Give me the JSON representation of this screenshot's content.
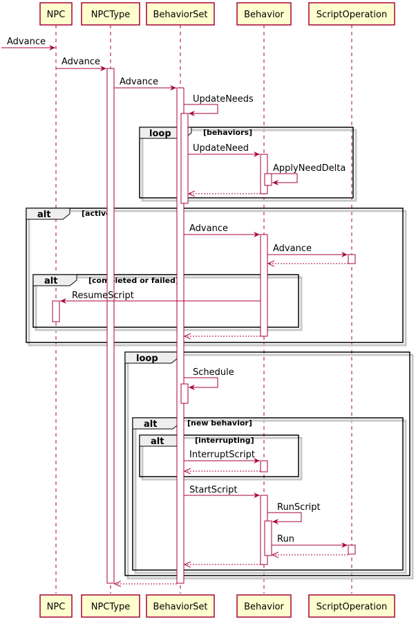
{
  "diagram": {
    "participants": [
      "NPC",
      "NPCType",
      "BehaviorSet",
      "Behavior",
      "ScriptOperation"
    ],
    "messages": {
      "m1": "Advance",
      "m2": "Advance",
      "m3": "Advance",
      "m4": "UpdateNeeds",
      "m5": "UpdateNeed",
      "m6": "ApplyNeedDelta",
      "m7": "Advance",
      "m8": "Advance",
      "m9": "ResumeScript",
      "m10": "Schedule",
      "m11": "InterruptScript",
      "m12": "StartScript",
      "m13": "RunScript",
      "m14": "Run"
    },
    "fragments": {
      "loop1": {
        "kind": "loop",
        "guard": "[behaviors]"
      },
      "alt1": {
        "kind": "alt",
        "guard": "[active]"
      },
      "alt2": {
        "kind": "alt",
        "guard": "[completed or failed]"
      },
      "loop2": {
        "kind": "loop",
        "guard": ""
      },
      "alt3": {
        "kind": "alt",
        "guard": "[new behavior]"
      },
      "alt4": {
        "kind": "alt",
        "guard": "[interrupting]"
      }
    },
    "colors": {
      "participant_fill": "#fefece",
      "line": "#a80036",
      "frame": "#000000",
      "tab_fill": "#eeeeee"
    }
  }
}
